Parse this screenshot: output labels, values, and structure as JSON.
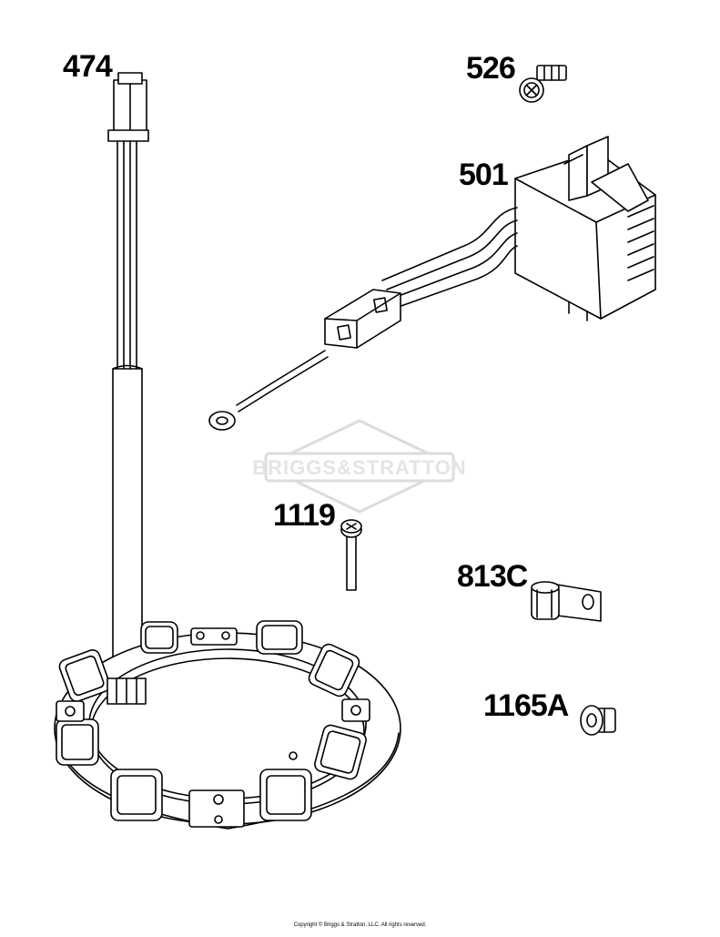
{
  "callouts": {
    "p474": "474",
    "p526": "526",
    "p501": "501",
    "p1119": "1119",
    "p813c": "813C",
    "p1165a": "1165A"
  },
  "watermark": {
    "text": "BRIGGS&STRATTON",
    "icon": "briggs-stratton-logo-watermark",
    "color": "#e4e4e4"
  },
  "footer": {
    "copyright": "Copyright © Briggs & Stratton, LLC. All rights reserved."
  },
  "colors": {
    "line": "#000000",
    "background": "#ffffff"
  }
}
